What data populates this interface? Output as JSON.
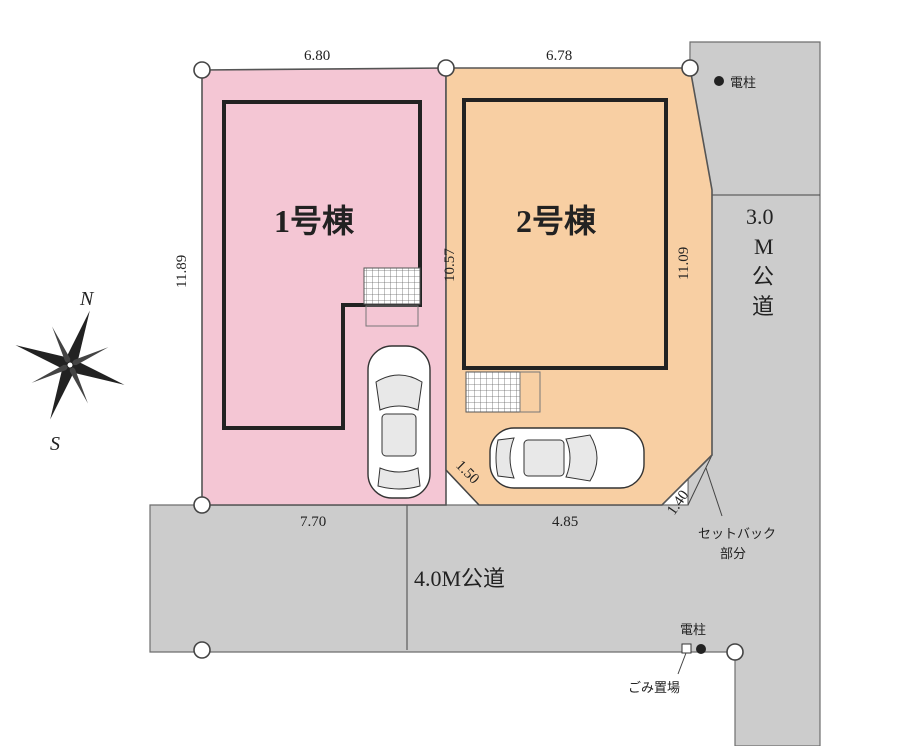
{
  "dimensions": {
    "top_left": "6.80",
    "top_right": "6.78",
    "left_side": "11.89",
    "middle_divider": "10.57",
    "right_side": "11.09",
    "bottom_left": "7.70",
    "bottom_right": "4.85",
    "corner_cut": "1.50",
    "setback_cut": "1.40"
  },
  "buildings": {
    "house1": "1号棟",
    "house2": "2号棟"
  },
  "roads": {
    "east": {
      "num": "3.0",
      "m": "M",
      "c1": "公",
      "c2": "道"
    },
    "south": "4.0M公道"
  },
  "labels": {
    "pole_top": "電柱",
    "pole_bottom": "電柱",
    "setback_line1": "セットバック",
    "setback_line2": "部分",
    "garbage": "ごみ置場"
  },
  "compass": {
    "north": "N",
    "south": "S"
  },
  "colors": {
    "lot1": "#f4c6d4",
    "lot2": "#f8cfa3",
    "road": "#cccccc"
  }
}
